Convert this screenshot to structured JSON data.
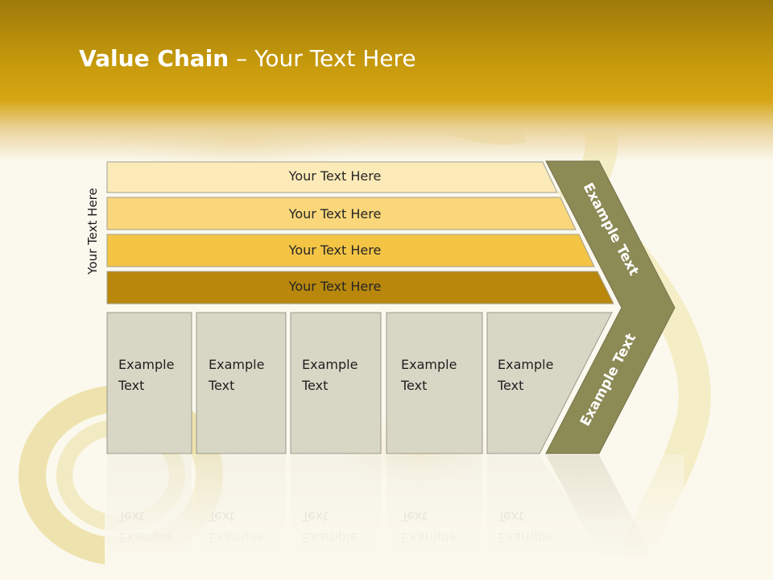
{
  "slide": {
    "title_bold": "Value Chain",
    "title_rest": " – Your Text Here",
    "side_label": "Your Text Here",
    "bars": [
      {
        "label": "Your Text Here",
        "color": "#fcebb8"
      },
      {
        "label": "Your Text Here",
        "color": "#f9d77a"
      },
      {
        "label": "Your Text Here",
        "color": "#f4c445"
      },
      {
        "label": "Your Text Here",
        "color": "#b8870c"
      }
    ],
    "boxes": [
      {
        "line1": "Example",
        "line2": "Text"
      },
      {
        "line1": "Example",
        "line2": "Text"
      },
      {
        "line1": "Example",
        "line2": "Text"
      },
      {
        "line1": "Example",
        "line2": "Text"
      },
      {
        "line1": "Example",
        "line2": "Text"
      }
    ],
    "chevron_top_label": "Example Text",
    "chevron_bottom_label": "Example Text",
    "colors": {
      "header": "#c79a0c",
      "chevron": "#8c8a55",
      "box_fill": "#d8d7c6",
      "box_stroke": "#9a9a8a"
    }
  }
}
